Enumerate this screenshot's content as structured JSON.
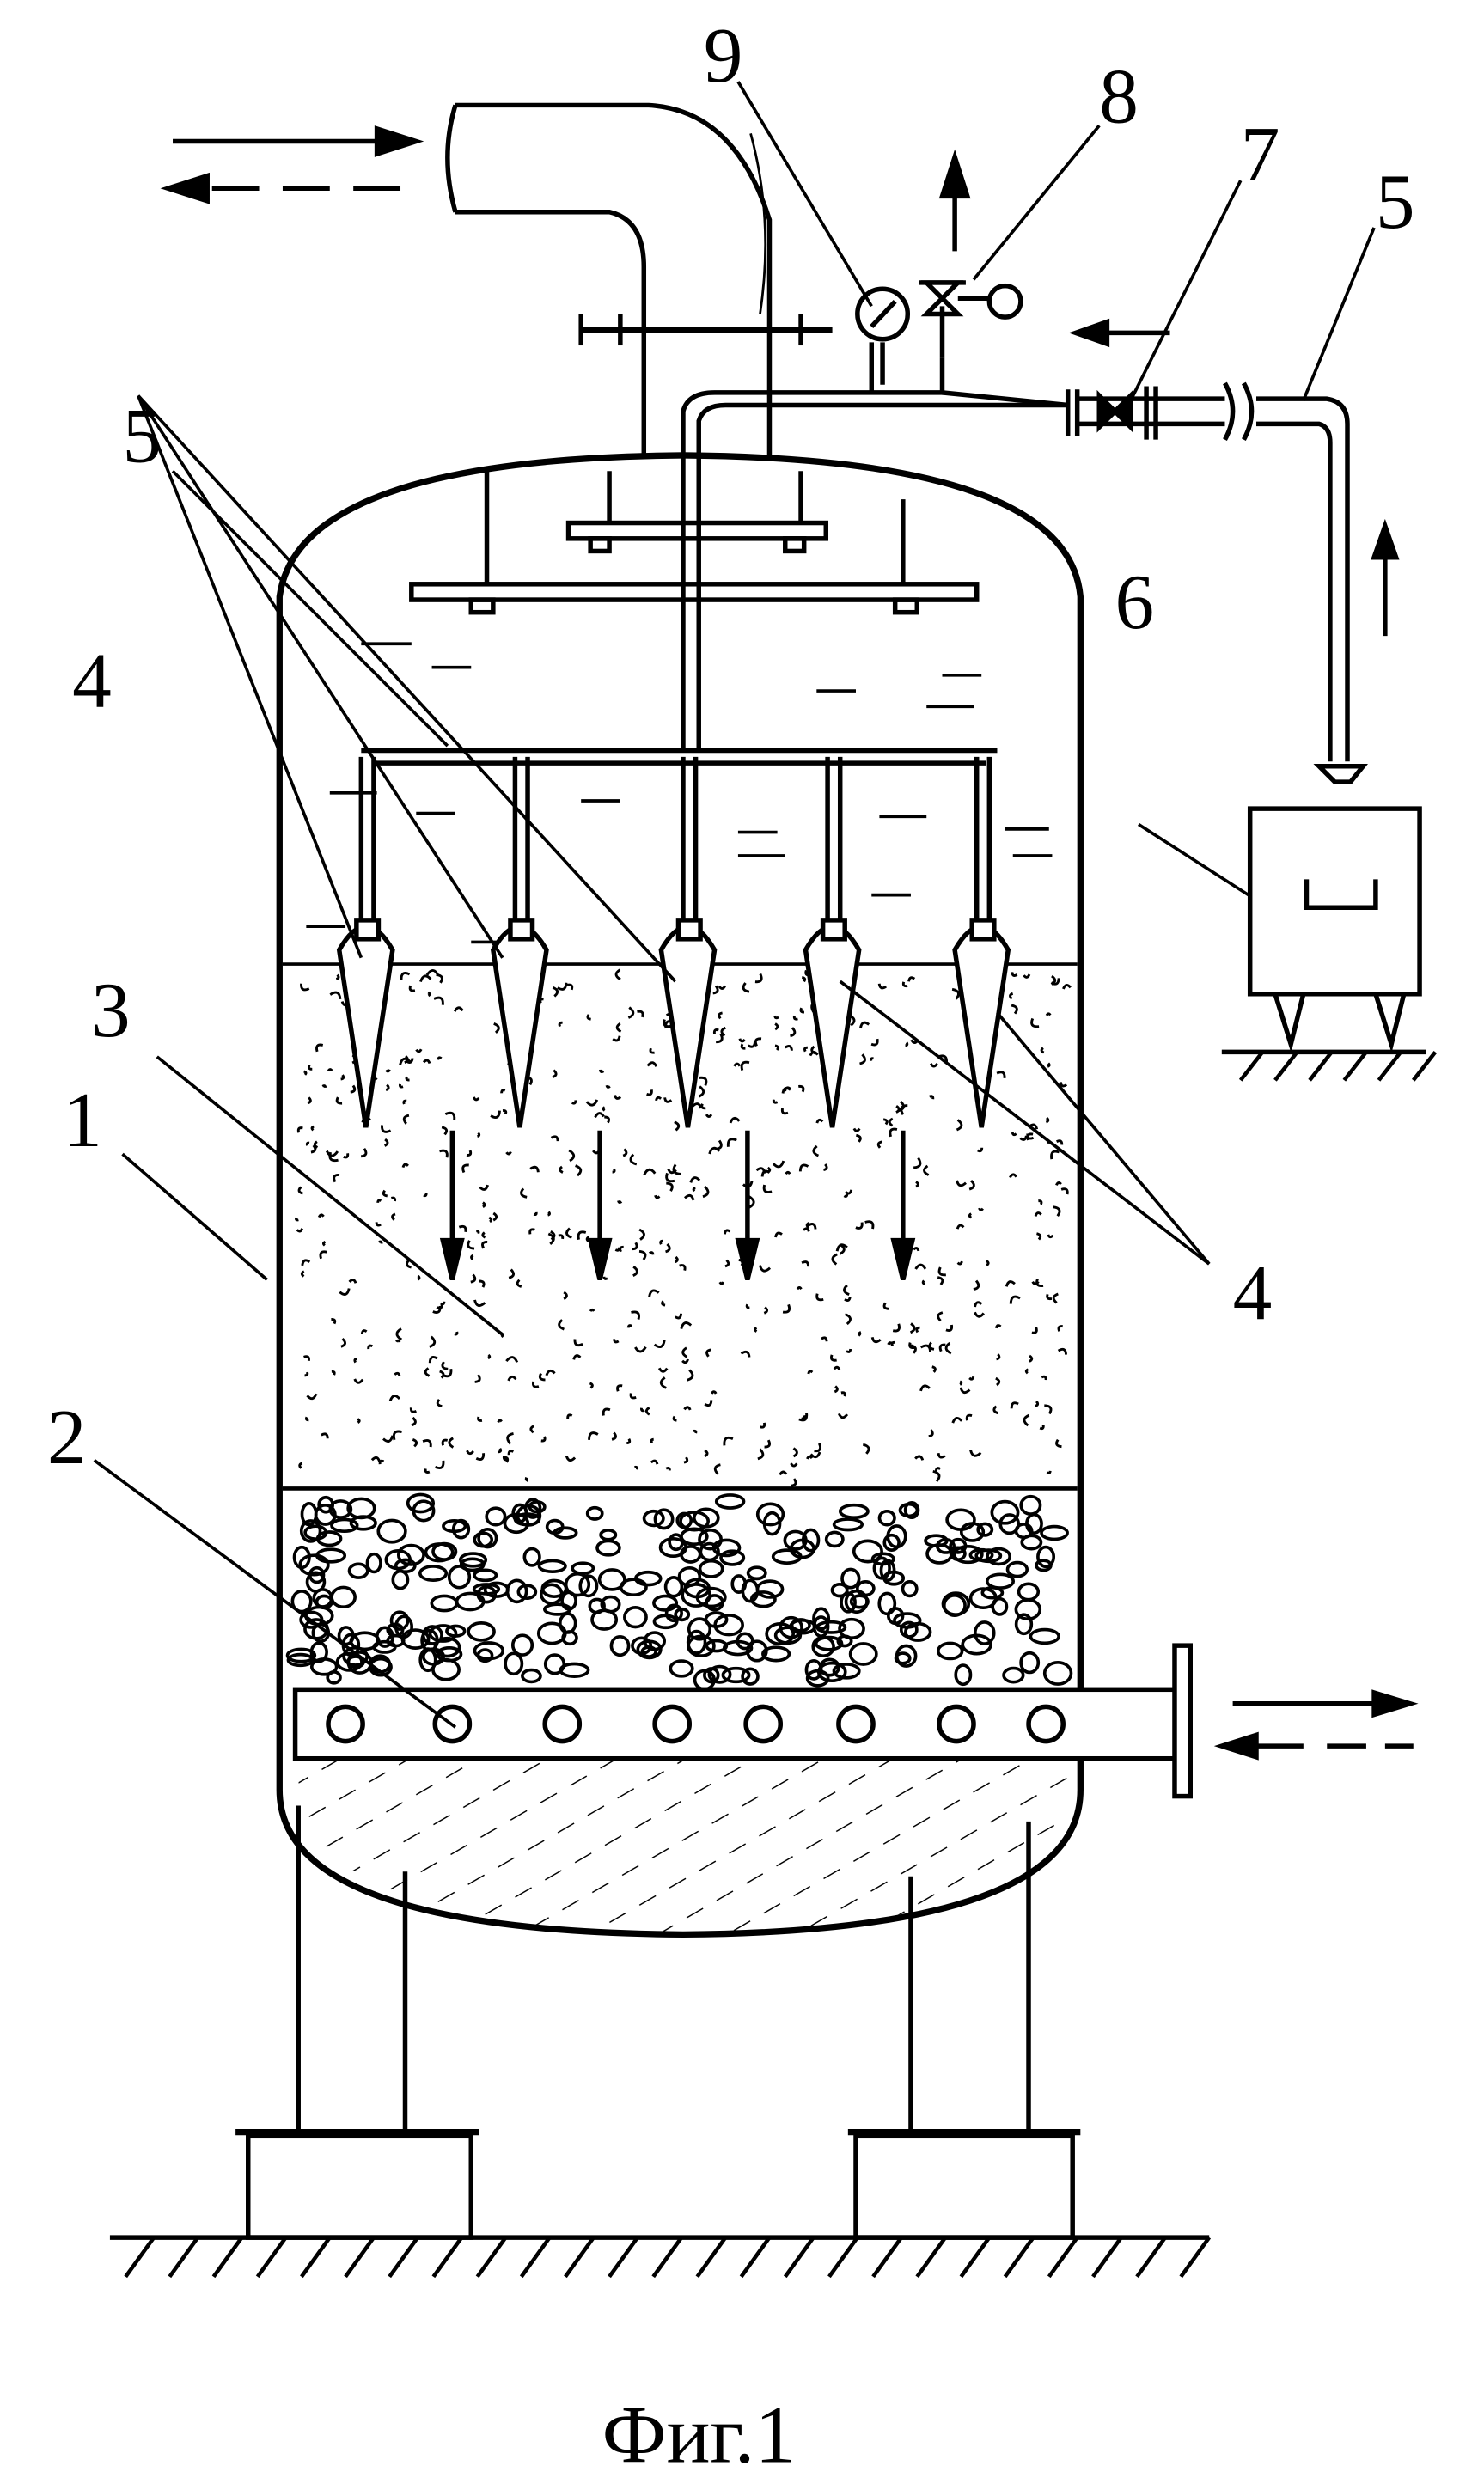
{
  "figure": {
    "caption": "Фиг.1",
    "callouts": {
      "shell": "1",
      "drainage_collector": "2",
      "filter_bed": "3",
      "nozzles_left": "4",
      "nozzles_right": "4",
      "distribution_pipe_inner": "5",
      "distribution_pipe_outer": "5",
      "tank": "6",
      "valve": "7",
      "vent_valve": "8",
      "pressure_gauge": "9"
    }
  },
  "colors": {
    "ink": "#000000",
    "paper": "#ffffff"
  }
}
